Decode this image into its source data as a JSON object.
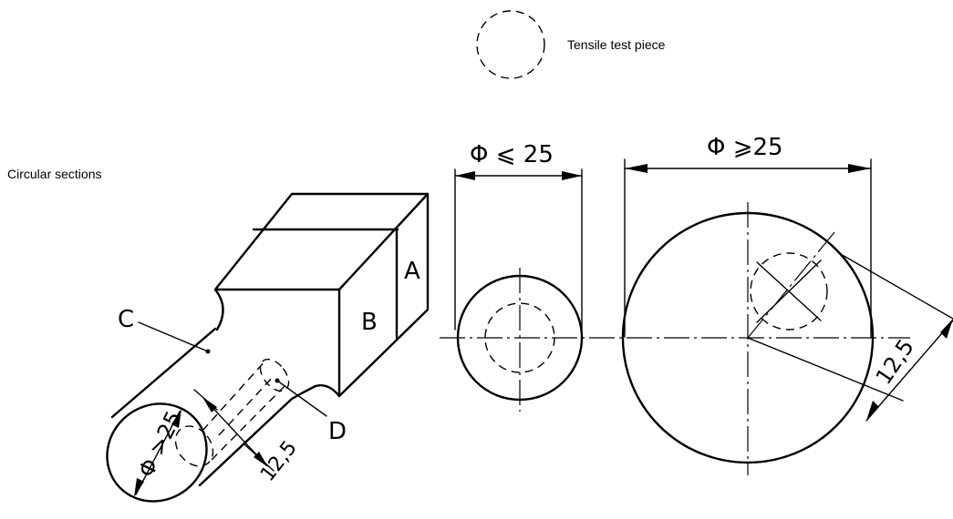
{
  "legend": {
    "text": "Tensile test piece"
  },
  "section_label": "Circular sections",
  "isometric": {
    "label_a": "A",
    "label_b": "B",
    "label_c": "C",
    "label_d": "D",
    "diameter_text": "Φ >25",
    "offset_text": "12,5"
  },
  "small_section": {
    "diameter_text": "Φ ⩽ 25"
  },
  "large_section": {
    "diameter_text": "Φ ⩾25",
    "offset_text": "12,5"
  }
}
